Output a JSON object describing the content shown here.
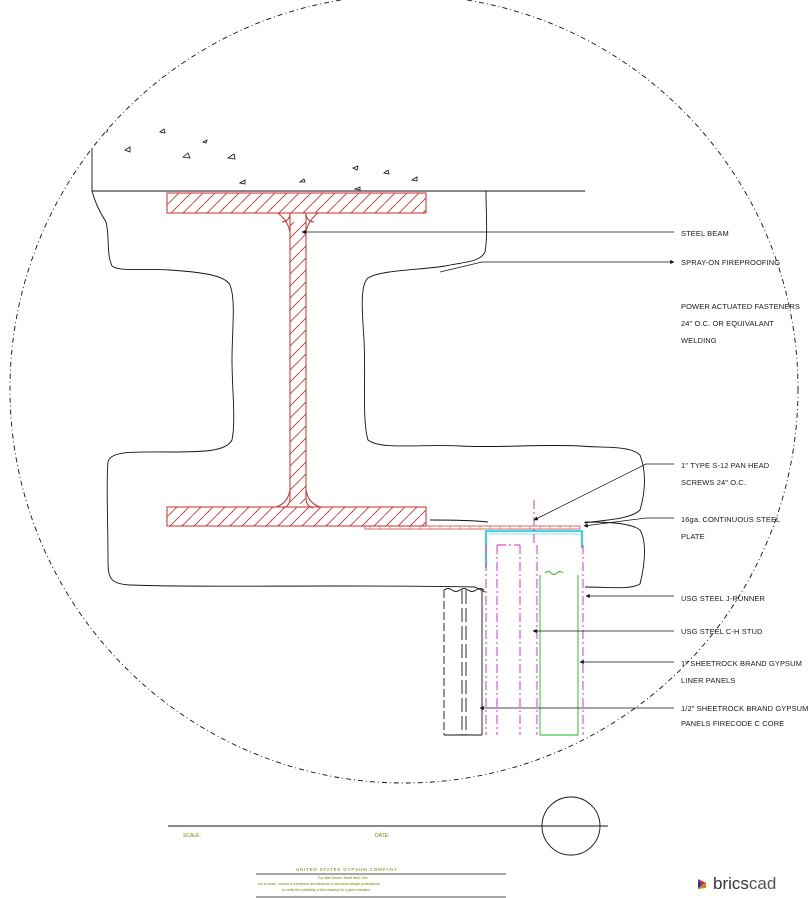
{
  "labels": {
    "steel_beam": "STEEL BEAM",
    "spray_fireproofing": "SPRAY-ON FIREPROOFING",
    "fasteners_1": "POWER ACTUATED FASTENERS",
    "fasteners_2": "24\" O.C. OR EQUIVALANT",
    "fasteners_3": "WELDING",
    "screws_1": "1\" TYPE S-12 PAN HEAD",
    "screws_2": "SCREWS 24\" O.C.",
    "plate_1": "16ga. CONTINUOUS STEEL",
    "plate_2": "PLATE",
    "runner": "USG STEEL J-RUNNER",
    "stud": "USG STEEL C-H STUD",
    "liner_1": "1\" SHEETROCK BRAND GYPSUM",
    "liner_2": "LINER PANELS",
    "panels_1": "1/2\" SHEETROCK BRAND GYPSUM",
    "panels_2": "PANELS FIRECODE C CORE"
  },
  "title_block": {
    "scale_label": "SCALE:",
    "date_label": "DATE:",
    "company": "UNITED STATES GYPSUM COMPANY",
    "note_1": "For Wall Series: Shaft Wall, See",
    "note_2": "not to scale, consult a competent architectural or structural design professional",
    "note_3": "to verify the suitability of this drawing for a given situation"
  },
  "logo": {
    "text_main": "brics",
    "text_suffix": "cad"
  },
  "colors": {
    "beam": "#cc2a2a",
    "magenta": "#d020d0",
    "cyan": "#00c8e8",
    "green": "#22b822",
    "olive": "#6a8a00",
    "line": "#1a1a1a"
  }
}
